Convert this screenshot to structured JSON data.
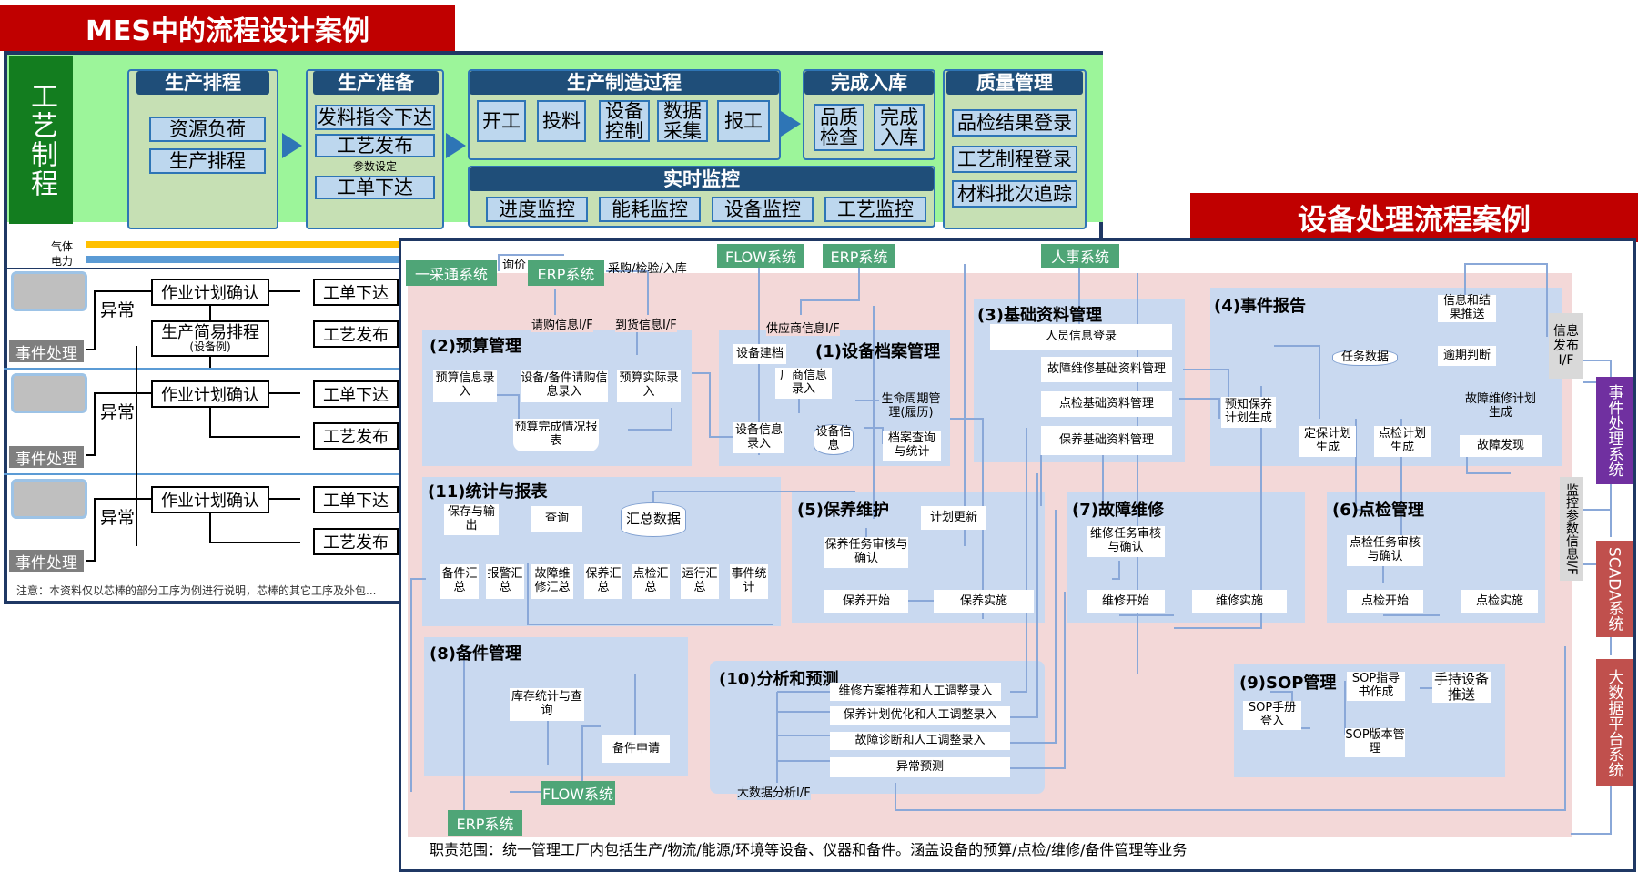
{
  "titles": {
    "left": "MES中的流程设计案例",
    "right": "设备处理流程案例"
  },
  "left": {
    "craft": "工艺制程",
    "groups": {
      "schedule": {
        "header": "生产排程",
        "items": [
          "资源负荷",
          "生产排程"
        ]
      },
      "prepare": {
        "header": "生产准备",
        "items": [
          "发料指令下达",
          "工艺发布",
          "工单下达"
        ],
        "note": "参数设定"
      },
      "manufacture": {
        "header": "生产制造过程",
        "items": [
          "开工",
          "投料",
          "设备控制",
          "数据采集",
          "报工"
        ]
      },
      "monitor": {
        "header": "实时监控",
        "items": [
          "进度监控",
          "能耗监控",
          "设备监控",
          "工艺监控"
        ]
      },
      "storage": {
        "header": "完成入库",
        "items": [
          "品质检查",
          "完成入库"
        ]
      },
      "quality": {
        "header": "质量管理",
        "items": [
          "品检结果登录",
          "工艺制程登录",
          "材料批次追踪"
        ]
      }
    },
    "legend": [
      "气体",
      "电力"
    ],
    "rows": [
      {
        "plan": "作业计划确认",
        "abnormal": "异常",
        "event": "事件处理",
        "order": "工单下达",
        "release": "工艺发布"
      },
      {
        "plan": "作业计划确认",
        "abnormal": "异常",
        "event": "事件处理",
        "order": "工单下达",
        "release": "工艺发布"
      },
      {
        "plan": "作业计划确认",
        "abnormal": "异常",
        "event": "事件处理",
        "order": "工单下达",
        "release": "工艺发布"
      }
    ],
    "simple_schedule": "生产简易排程",
    "simple_schedule_sub": "(设备例)",
    "note": "注意：本资料仅以芯棒的部分工序为例进行说明，芯棒的其它工序及外包..."
  },
  "right": {
    "systems": {
      "caigou": "一采通系统",
      "erp_top": "ERP系统",
      "flow_top": "FLOW系统",
      "erp_top2": "ERP系统",
      "hr": "人事系统",
      "flow_bottom": "FLOW系统",
      "erp_bottom": "ERP系统"
    },
    "labels": {
      "inquiry": "询价",
      "purchase": "采购/检验/入库",
      "request_if": "请购信息I/F",
      "arrival_if": "到货信息I/F",
      "supplier_if": "供应商信息I/F",
      "publish_if": "信息发布I/F",
      "monitor_if": "监控参数信息I/F",
      "bigdata_if": "大数据分析I/F"
    },
    "sections": {
      "budget": {
        "title": "(2)预算管理",
        "items": [
          "预算信息录入",
          "设备/备件请购信息录入",
          "预算实际录入",
          "预算完成情况报表"
        ]
      },
      "archive": {
        "title": "(1)设备档案管理",
        "items": [
          "设备建档",
          "厂商信息录入",
          "设备信息录入",
          "设备信息",
          "生命周期管理(履历)",
          "档案查询与统计"
        ]
      },
      "basic": {
        "title": "(3)基础资料管理",
        "items": [
          "人员信息登录",
          "故障维修基础资料管理",
          "点检基础资料管理",
          "保养基础资料管理"
        ]
      },
      "report": {
        "title": "(4)事件报告",
        "items": [
          "信息和结果推送",
          "任务数据",
          "逾期判断",
          "预知保养计划生成",
          "定保计划生成",
          "点检计划生成",
          "故障维修计划生成",
          "故障发现"
        ]
      },
      "stats": {
        "title": "(11)统计与报表",
        "items": [
          "保存与输出",
          "查询",
          "汇总数据",
          "备件汇总",
          "报警汇总",
          "故障维修汇总",
          "保养汇总",
          "点检汇总",
          "运行汇总",
          "事件统计"
        ]
      },
      "maint": {
        "title": "(5)保养维护",
        "items": [
          "计划更新",
          "保养任务审核与确认",
          "保养开始",
          "保养实施"
        ]
      },
      "repair": {
        "title": "(7)故障维修",
        "items": [
          "维修任务审核与确认",
          "维修开始",
          "维修实施"
        ]
      },
      "inspect": {
        "title": "(6)点检管理",
        "items": [
          "点检任务审核与确认",
          "点检开始",
          "点检实施"
        ]
      },
      "spare": {
        "title": "(8)备件管理",
        "items": [
          "库存统计与查询",
          "备件申请"
        ]
      },
      "analysis": {
        "title": "(10)分析和预测",
        "items": [
          "维修方案推荐和人工调整录入",
          "保养计划优化和人工调整录入",
          "故障诊断和人工调整录入",
          "异常预测"
        ]
      },
      "sop": {
        "title": "(9)SOP管理",
        "items": [
          "SOP指导书作成",
          "手持设备推送",
          "SOP手册登入",
          "SOP版本管理"
        ]
      }
    },
    "side_systems": [
      "事件处理系统",
      "SCADA系统",
      "大数据平台系统"
    ],
    "footer": "职责范围：统一管理工厂内包括生产/物流/能源/环境等设备、仪器和备件。涵盖设备的预算/点检/维修/备件管理等业务"
  }
}
